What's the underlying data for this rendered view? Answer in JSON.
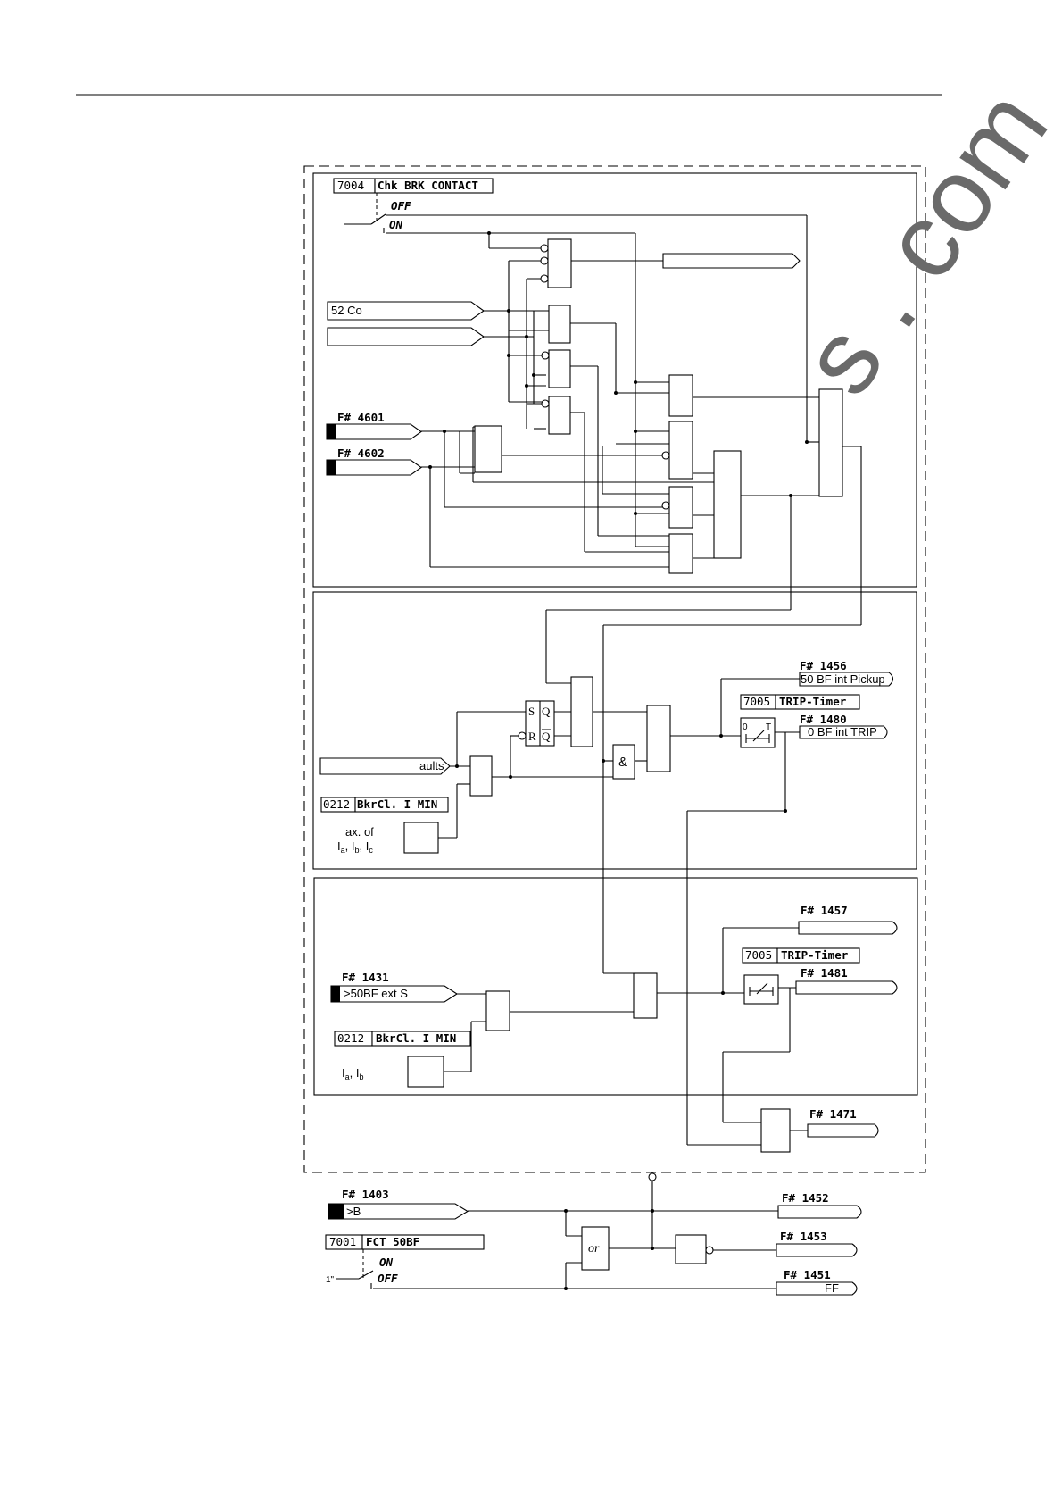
{
  "watermark": "s . com",
  "section1": {
    "param": {
      "addr": "7004",
      "name": "Chk BRK CONTACT"
    },
    "switch_off": "OFF",
    "switch_on": "ON",
    "input_52": "52 Co",
    "input_4601": "F# 4601",
    "input_4602": "F# 4602"
  },
  "section2": {
    "out_1456_code": "F# 1456",
    "out_1456_text": "50 BF int Pickup",
    "timer_addr": "7005",
    "timer_name": "TRIP-Timer",
    "timer_0": "0",
    "timer_T": "T",
    "out_1480_code": "F# 1480",
    "out_1480_text": "0 BF int TRIP",
    "ff_S": "S",
    "ff_Q": "Q",
    "ff_R": "R",
    "ff_Qbar": "Q",
    "and_symbol": "&",
    "input_faults": "aults",
    "param_addr": "0212",
    "param_name": "BkrCl. I MIN",
    "max_label": "ax. of",
    "currents_abc": [
      "I",
      "a",
      ", I",
      "b",
      ", I",
      "c"
    ]
  },
  "section3": {
    "out_1457_code": "F# 1457",
    "timer_addr": "7005",
    "timer_name": "TRIP-Timer",
    "out_1481_code": "F# 1481",
    "input_1431_code": "F# 1431",
    "input_1431_text": ">50BF ext S",
    "param_addr": "0212",
    "param_name": "BkrCl. I MIN",
    "currents_ab": [
      "I",
      "a",
      ", I",
      "b"
    ],
    "out_1471_code": "F# 1471"
  },
  "bottom": {
    "input_1403_code": "F# 1403",
    "input_1403_text": ">B",
    "out_1452_code": "F# 1452",
    "out_1453_code": "F# 1453",
    "out_1451_code": "F# 1451",
    "out_1451_text": "FF",
    "param_addr": "7001",
    "param_name": "FCT 50BF",
    "switch_on": "ON",
    "switch_off": "OFF",
    "default_mark": "1\"",
    "or_label": "or"
  }
}
